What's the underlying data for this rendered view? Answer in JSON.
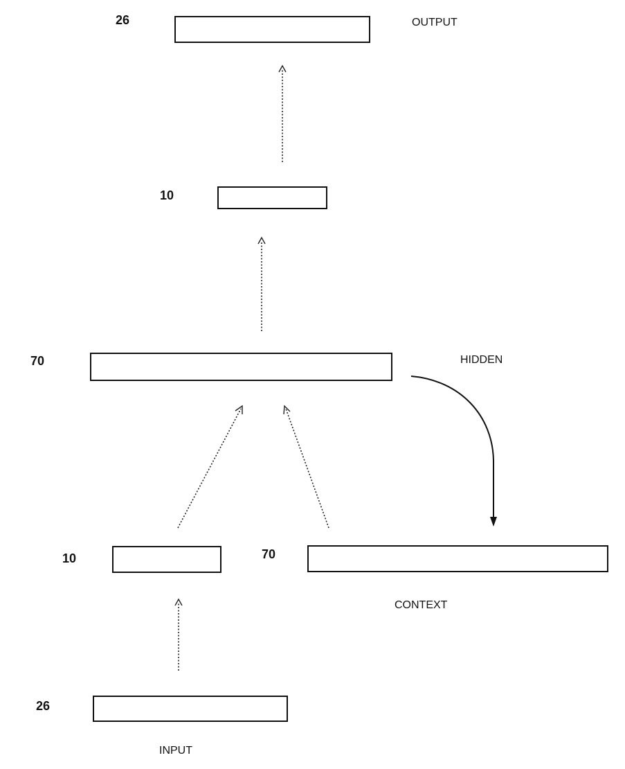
{
  "layers": {
    "output": {
      "size": "26",
      "name": "OUTPUT"
    },
    "hidden_upper": {
      "size": "10"
    },
    "hidden": {
      "size": "70",
      "name": "HIDDEN"
    },
    "input_encoding": {
      "size": "10"
    },
    "context": {
      "size": "70",
      "name": "CONTEXT"
    },
    "input": {
      "size": "26",
      "name": "INPUT"
    }
  }
}
